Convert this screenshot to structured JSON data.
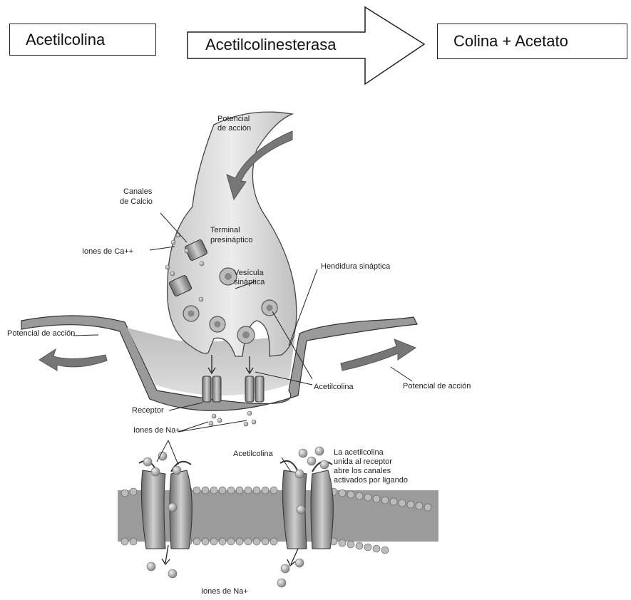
{
  "reaction": {
    "substrate": "Acetilcolina",
    "enzyme": "Acetilcolinesterasa",
    "products": "Colina + Acetato"
  },
  "diagram": {
    "labels": {
      "potencial_top_1": "Potencial",
      "potencial_top_2": "de acción",
      "canales_1": "Canales",
      "canales_2": "de Calcio",
      "terminal_1": "Terminal",
      "terminal_2": "presináptico",
      "iones_ca": "Iones de Ca++",
      "vesicula_1": "Vesícula",
      "vesicula_2": "sináptica",
      "hendidura": "Hendidura sináptica",
      "potencial_left": "Potencial de acción",
      "potencial_right": "Potencial de acción",
      "acetilcolina_mid": "Acetilcolina",
      "receptor": "Receptor",
      "iones_na_1": "Iones de Na+",
      "acetilcolina_low": "Acetilcolina",
      "nota_1": "La acetilcolina",
      "nota_2": "unida al receptor",
      "nota_3": "abre los canales",
      "nota_4": "activados por ligando",
      "iones_na_2": "Iones de Na+"
    }
  }
}
